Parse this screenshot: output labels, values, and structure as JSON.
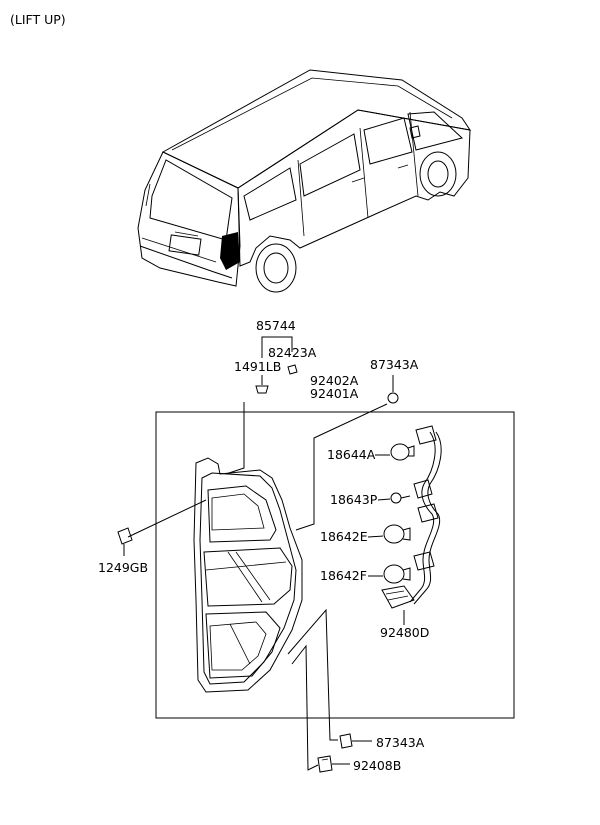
{
  "header": {
    "title": "(LIFT UP)"
  },
  "parts": {
    "p85744": "85744",
    "p82423A": "82423A",
    "p1491LB": "1491LB",
    "p92402A": "92402A",
    "p92401A": "92401A",
    "p87343A_top": "87343A",
    "p18644A": "18644A",
    "p18643P": "18643P",
    "p18642E": "18642E",
    "p18642F": "18642F",
    "p92480D": "92480D",
    "p1249GB": "1249GB",
    "p87343A_bottom": "87343A",
    "p92408B": "92408B"
  }
}
